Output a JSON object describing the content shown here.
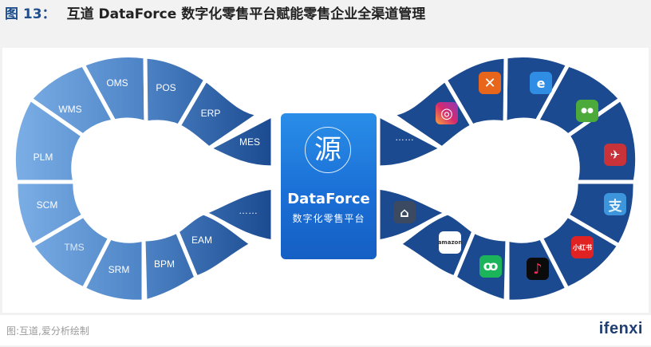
{
  "header": {
    "figure_label": "图 13：",
    "title": "互道 DataForce 数字化零售平台赋能零售企业全渠道管理"
  },
  "center": {
    "logo_char": "源",
    "name": "DataForce",
    "subtitle": "数字化零售平台"
  },
  "left_systems": {
    "segments": [
      "OMS",
      "POS",
      "ERP",
      "MES",
      "……",
      "EAM",
      "BPM",
      "SRM",
      "TMS",
      "SCM",
      "PLM",
      "WMS"
    ]
  },
  "right_channels": {
    "segments": [
      {
        "name": "instagram",
        "glyph": "◎"
      },
      {
        "name": "dianping",
        "glyph": "✕"
      },
      {
        "name": "eleme",
        "glyph": "e"
      },
      {
        "name": "wechat",
        "glyph": "●●"
      },
      {
        "name": "red-bird-app",
        "glyph": "✈"
      },
      {
        "name": "alipay",
        "glyph": "支"
      },
      {
        "name": "xiaohongshu",
        "glyph": "小红书"
      },
      {
        "name": "douyin",
        "glyph": "♪"
      },
      {
        "name": "mini-program",
        "glyph": "ꝏ"
      },
      {
        "name": "amazon",
        "glyph": "amazon"
      },
      {
        "name": "store",
        "glyph": "⌂"
      },
      {
        "name": "more",
        "glyph": "……"
      }
    ]
  },
  "colors": {
    "dark_blue": "#1d4f98",
    "light_blue": "#7aaee4",
    "center_blue": "#1a6fd6",
    "title_accent": "#1f4e8c"
  },
  "footer": {
    "source": "图:互道,爱分析绘制",
    "brand": "ifenxi"
  }
}
